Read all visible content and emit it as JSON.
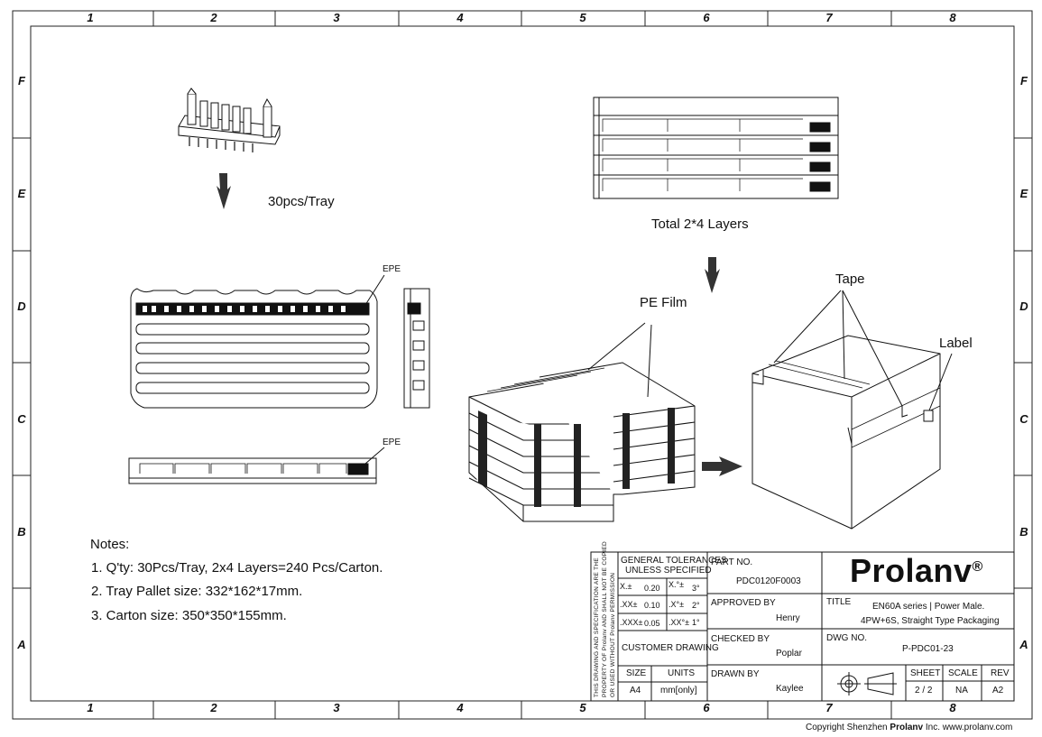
{
  "grid": {
    "columns": [
      "1",
      "2",
      "3",
      "4",
      "5",
      "6",
      "7",
      "8"
    ],
    "rows": [
      "F",
      "E",
      "D",
      "C",
      "B",
      "A"
    ]
  },
  "labels": {
    "tray_count": "30pcs/Tray",
    "layers": "Total 2*4 Layers",
    "epe_top": "EPE",
    "epe_bottom": "EPE",
    "pe_film": "PE Film",
    "tape": "Tape",
    "label": "Label"
  },
  "notes": {
    "heading": "Notes:",
    "items": [
      "1. Q'ty: 30Pcs/Tray, 2x4 Layers=240 Pcs/Carton.",
      "2. Tray Pallet size: 332*162*17mm.",
      "3. Carton size: 350*350*155mm."
    ]
  },
  "title_block": {
    "side_text": [
      "THIS DRAWING AND SPECIFICATION ARE THE",
      "PROPERTY OF Prolanv AND SHALL NOT BE COPIED",
      "OR USED WITHOUT Prolanv PERMISSION"
    ],
    "general_tolerances": "GENERAL TOLERANCES",
    "unless_specified": "UNLESS SPECIFIED",
    "tol_x": "X.±",
    "tol_x_val": "0.20",
    "tol_xx": ".XX±",
    "tol_xx_val": "0.10",
    "tol_xxx": ".XXX±",
    "tol_xxx_val": "0.05",
    "ang_x": "X.°±",
    "ang_x_val": "3°",
    "ang_xx": ".X°±",
    "ang_xx_val": "2°",
    "ang_xxx": ".XX°±",
    "ang_xxx_val": "1°",
    "customer_drawing": "CUSTOMER DRAWING",
    "size_label": "SIZE",
    "size_value": "A4",
    "units_label": "UNITS",
    "units_value": "mm[only]",
    "part_no_label": "PART NO.",
    "part_no_value": "PDC0120F0003",
    "approved_by_label": "APPROVED BY",
    "approved_by_value": "Henry",
    "checked_by_label": "CHECKED BY",
    "checked_by_value": "Poplar",
    "drawn_by_label": "DRAWN BY",
    "drawn_by_value": "Kaylee",
    "brand": "Prolanv",
    "brand_reg": "®",
    "title_label": "TITLE",
    "title_line1": "EN60A series | Power Male.",
    "title_line2": "4PW+6S, Straight Type Packaging",
    "dwg_no_label": "DWG NO.",
    "dwg_no_value": "P-PDC01-23",
    "sheet_label": "SHEET",
    "sheet_value": "2 / 2",
    "scale_label": "SCALE",
    "scale_value": "NA",
    "rev_label": "REV",
    "rev_value": "A2"
  },
  "copyright": {
    "prefix": "Copyright Shenzhen",
    "brand": "Prolanv",
    "suffix": "Inc. www.prolanv.com"
  }
}
